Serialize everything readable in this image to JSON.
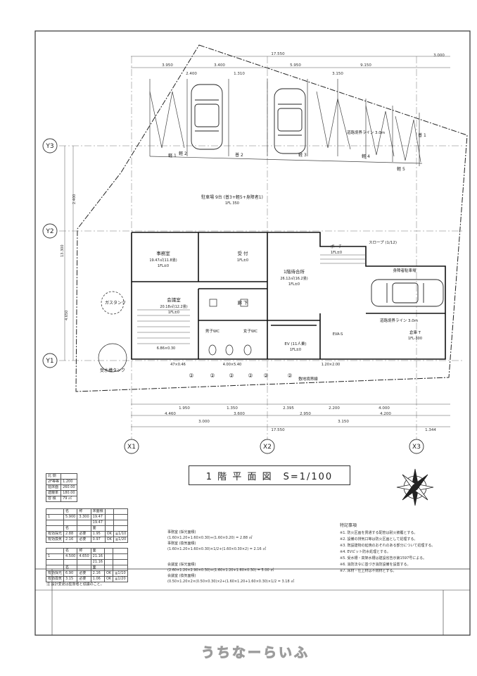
{
  "drawing": {
    "title": "1 階 平 面 図　S=1/100",
    "grid": {
      "y": [
        "Y3",
        "Y2",
        "Y1"
      ],
      "x": [
        "X1",
        "X2",
        "X3"
      ]
    },
    "dims_top": [
      "17.550",
      "3.950",
      "3.400",
      "5.950",
      "9.150",
      "3.000",
      "3.150",
      "2.400",
      "1.310"
    ],
    "dims_bottom": [
      "1.950",
      "1.350",
      "2.395",
      "2.200",
      "4.000",
      "4.460",
      "3.600",
      "2.950",
      "3.150",
      "4.200",
      "17.550",
      "1.344"
    ],
    "dims_left": [
      "4.650",
      "2.400",
      "13.300"
    ],
    "rooms": {
      "office": "事務室",
      "office_area": "19.47㎡(11.8畳)",
      "office_fl": "1FL±0",
      "reception": "受 付",
      "reception_fl": "1FL±0",
      "waiting": "1階待合所",
      "waiting_area": "26.12㎡(16.2畳)",
      "waiting_fl": "1FL±0",
      "consult": "会議室",
      "consult_area": "20.18㎡(12.2畳)",
      "consult_fl": "1FL±0",
      "corridor": "廊 下",
      "wc_m": "男子WC",
      "wc_f": "女子WC",
      "ev": "EV (11人乗)",
      "ev_fl": "1FL±0",
      "evs": "EVA-S",
      "porch": "ポーチ",
      "porch_fl": "1FL±0",
      "slope": "スロープ (1/12)",
      "parking_area": "駐車場 9台 (普3+軽5+身障者1)",
      "parking_fl": "1FL 350",
      "handicap": "身障者駐車場",
      "storage": "倉庫 T",
      "storage_fl": "1FL-300",
      "gas": "ガスタンク",
      "water": "受水槽タンク",
      "site_line": "敷地境界線",
      "road_line": "道路境界ライン 3.0m"
    },
    "parking_nos": [
      "軽 1",
      "軽 2",
      "普 2",
      "軽 3",
      "軽 4",
      "軽 5",
      "普 1"
    ],
    "bottom_labels": [
      "1.20×2.00",
      "47×0.46",
      "4.00×5.40",
      "6.86×0.30"
    ],
    "circle_nums": [
      "②",
      "②",
      "②",
      "②",
      "②",
      "②"
    ]
  },
  "tables": {
    "t1": [
      [
        "北 側",
        "",
        ""
      ],
      [
        "2F等等",
        "",
        "1.200"
      ],
      [
        "延床面",
        "",
        "260.00"
      ],
      [
        "建蔽率",
        "",
        "180.00"
      ],
      [
        "容 積",
        "",
        "79 ㎡"
      ]
    ],
    "t2": [
      [
        "",
        "名",
        "称",
        "床面積"
      ],
      [
        "1",
        "5.900",
        "3.300",
        "19.47"
      ],
      [
        "",
        "",
        "",
        "19.47"
      ],
      [
        "",
        "名",
        "",
        "面"
      ],
      [
        "有効採光",
        "2.88",
        "必要",
        "1.95",
        "OK",
        "≧1/10"
      ],
      [
        "有効換気",
        "2.16",
        "必要",
        "0.97",
        "OK",
        "≧1/20"
      ]
    ],
    "t3": [
      [
        "",
        "名",
        "称",
        "面"
      ],
      [
        "1",
        "4.500",
        "4.650",
        "21.16"
      ],
      [
        "",
        "",
        "",
        "21.16"
      ],
      [
        "",
        "名",
        "",
        "面"
      ],
      [
        "有効採光",
        "6.90",
        "必要",
        "2.16",
        "OK",
        "≧1/10"
      ],
      [
        "有効換気",
        "3.15",
        "必要",
        "1.06",
        "OK",
        "≧1/20"
      ]
    ]
  },
  "calcs": [
    "事務室 (採光面積)",
    "(1.60×1.20+1.60×0.30)+(1.60×0.20) = 2.88 ㎡",
    "事務室 (換気面積)",
    "(1.60×1.20+1.60×0.30)×1/2+(1.60×0.30×2) = 2.16 ㎡",
    "会議室 (採光面積)",
    "(2.60×1.20×2.90×0.30)+(1.60×1.20+1.60×0.30) = 5.00 ㎡",
    "会議室 (換気面積)",
    "(0.50×1.20×2×(0.50×0.30)×2+(1.60×1.20+1.60×0.30)×1/2 = 3.18 ㎡"
  ],
  "notes": {
    "heading": "特記事項",
    "items": [
      "※1. 防火区画を貫通する配管は耐火被覆とする。",
      "※2. 設備の排気口等は防火区画として処理する。",
      "※3. 既設建物の延焼のおそれのある部分について処理する。",
      "※4. EVピット防水処理とする。",
      "※5. 受水槽・高架水槽は建設省告示第1597号による。",
      "※6. 消防法令に基づき消防設備を設置する。",
      "※7. 床材・仕上材は不燃材とする。"
    ]
  },
  "remark": "注 設計変更は監督者と協議のこと。",
  "watermark": "うちなーらいふ"
}
